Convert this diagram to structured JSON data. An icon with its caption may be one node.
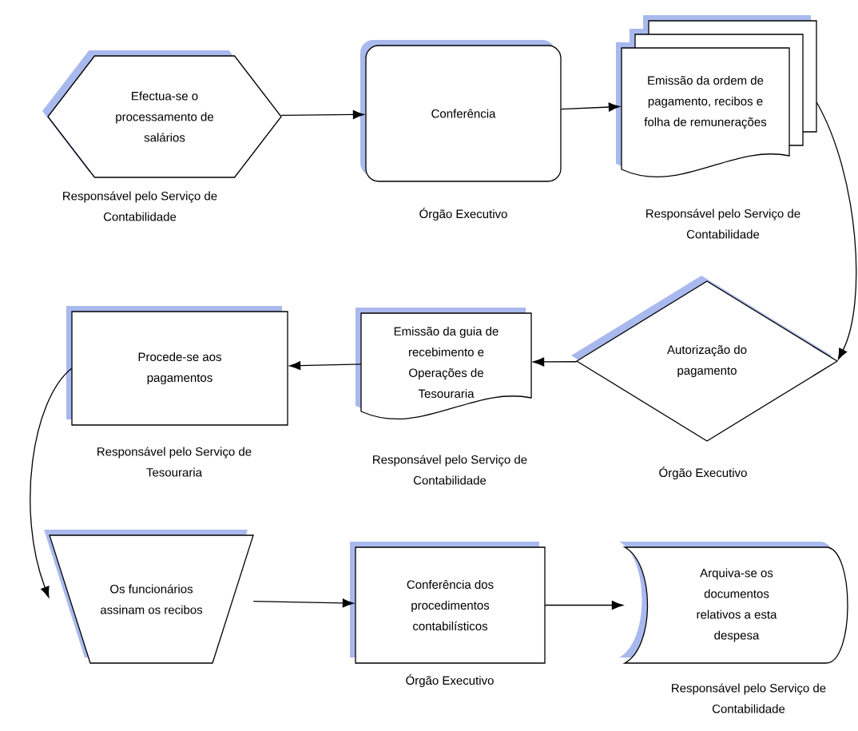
{
  "diagram": {
    "nodes": [
      {
        "text": [
          "Efectua-se o processamento de salários"
        ],
        "beside": [
          "Responsável pelo Serviço de Contabilidade"
        ]
      },
      {
        "text": [
          "Conferência"
        ],
        "beside": [
          "Órgão Executivo"
        ]
      },
      {
        "text": [
          "Emissão da ordem de pagamento, recibos e folha de remunerações"
        ],
        "beside": [
          "Responsável pelo Serviço de Contabilidade"
        ]
      },
      {
        "text": [
          "Autorização do pagamento"
        ],
        "beside": [
          "Órgão Executivo"
        ]
      },
      {
        "text": [
          "Emissão da guia de recebimento e Operações de Tesouraria"
        ],
        "beside": [
          "Responsável pelo Serviço de Contabilidade"
        ]
      },
      {
        "text": [
          "Procede-se aos pagamentos"
        ],
        "beside": [
          "Responsável pelo Serviço de Tesouraria"
        ]
      },
      {
        "text": [
          "Os funcionários assinam os recibos"
        ]
      },
      {
        "text": [
          "Conferência dos procedimentos contabilísticos"
        ],
        "beside": [
          "Órgão Executivo"
        ]
      },
      {
        "text": [
          "Arquiva-se os documentos relativos a esta despesa"
        ],
        "beside": [
          "Responsável pelo Serviço de Contabilidade"
        ]
      }
    ],
    "edges": [
      {
        "from": 0,
        "to": 1,
        "arrow": "to"
      },
      {
        "from": 1,
        "to": 2,
        "arrow": "to"
      },
      {
        "from": 2,
        "to": 3,
        "arrow": "to"
      },
      {
        "from": 3,
        "to": 4,
        "arrow": "to"
      },
      {
        "from": 4,
        "to": 5,
        "arrow": "to"
      },
      {
        "from": 5,
        "to": 6,
        "arrow": "to"
      },
      {
        "from": 6,
        "to": 7,
        "arrow": "to"
      },
      {
        "from": 7,
        "to": 8,
        "arrow": "to"
      }
    ]
  }
}
